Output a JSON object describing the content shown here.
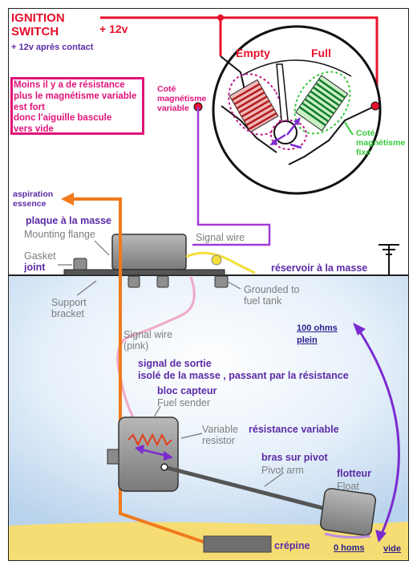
{
  "header": {
    "switch_line1": "IGNITION",
    "switch_line2": "SWITCH",
    "plus12": "+ 12v",
    "after_contact": "+ 12v après contact"
  },
  "note": {
    "text": "Moins il y a de résistance\nplus le magnétisme variable\nest fort\ndonc l'aiguille bascule\nvers vide"
  },
  "gauge": {
    "empty": "Empty",
    "full": "Full",
    "coil_variable": "Coté\nmagnétisme\nvariable",
    "coil_fixed": "Coté\nmagnétisme\nfixe"
  },
  "labels": {
    "aspiration": "aspiration\nessence",
    "plate_fr": "plaque à la masse",
    "mounting_flange": "Mounting flange",
    "signal_wire_top": "Signal wire",
    "gasket": "Gasket",
    "joint": "joint",
    "reservoir": "réservoir à la masse",
    "support_bracket": "Support\nbracket",
    "grounded": "Grounded to\nfuel tank",
    "signal_wire_pink": "Signal wire\n(pink)",
    "ohms_100": "100 ohms",
    "plein": "plein",
    "signal_out1": "signal de sortie",
    "signal_out2": "isolé de la masse , passant par la résistance",
    "bloc_capteur": "bloc capteur",
    "fuel_sender": "Fuel sender",
    "variable_resistor": "Variable\nresistor",
    "res_variable": "résistance variable",
    "bras_pivot": "bras sur pivot",
    "pivot_arm": "Pivot arm",
    "flotteur": "flotteur",
    "float": "Float",
    "crepine": "crépine",
    "ohms_0": "0 homs",
    "vide": "vide"
  },
  "colors": {
    "red": "#e8102a",
    "orange": "#f07a1c",
    "purple": "#7b2bd0",
    "green": "#38c93a",
    "magenta": "#e0137a",
    "yellow_wire": "#f3df3b",
    "tank_blue": "#cfe3f5",
    "fuel_yellow": "#f6dd73"
  }
}
